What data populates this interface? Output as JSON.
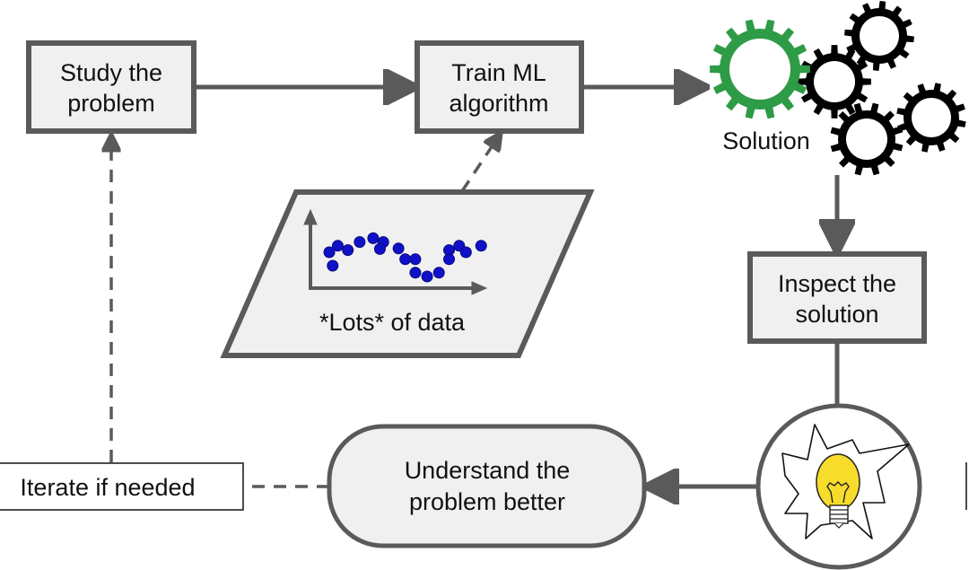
{
  "diagram": {
    "title": "Machine learning approach workflow",
    "nodes": {
      "study": {
        "line1": "Study the",
        "line2": "problem"
      },
      "train": {
        "line1": "Train ML",
        "line2": "algorithm"
      },
      "solution": {
        "label": "Solution"
      },
      "inspect": {
        "line1": "Inspect the",
        "line2": "solution"
      },
      "data": {
        "label": "*Lots* of data"
      },
      "understand": {
        "line1": "Understand the",
        "line2": "problem better"
      },
      "iterate": {
        "label": "Iterate if needed"
      }
    },
    "edges": [
      {
        "from": "study",
        "to": "train",
        "style": "solid"
      },
      {
        "from": "data",
        "to": "train",
        "style": "dashed"
      },
      {
        "from": "train",
        "to": "solution",
        "style": "solid"
      },
      {
        "from": "solution",
        "to": "inspect",
        "style": "solid"
      },
      {
        "from": "inspect",
        "to": "insight",
        "style": "solid"
      },
      {
        "from": "insight",
        "to": "understand",
        "style": "solid"
      },
      {
        "from": "understand",
        "to": "iterate",
        "style": "dashed"
      },
      {
        "from": "iterate",
        "to": "study",
        "style": "dashed"
      }
    ],
    "icons": {
      "solution": "gears-icon",
      "insight": "lightbulb-icon"
    },
    "colors": {
      "node_fill": "#f0f0f0",
      "stroke": "#5a5a5a",
      "solution_gear": "#2e9b47",
      "other_gears": "#000000",
      "data_points": "#1010c8",
      "bulb": "#f7dc2c"
    },
    "scatter_points": [
      [
        0.08,
        0.55
      ],
      [
        0.13,
        0.67
      ],
      [
        0.19,
        0.59
      ],
      [
        0.1,
        0.3
      ],
      [
        0.26,
        0.74
      ],
      [
        0.34,
        0.81
      ],
      [
        0.4,
        0.74
      ],
      [
        0.38,
        0.61
      ],
      [
        0.49,
        0.62
      ],
      [
        0.53,
        0.42
      ],
      [
        0.59,
        0.42
      ],
      [
        0.59,
        0.17
      ],
      [
        0.66,
        0.1
      ],
      [
        0.73,
        0.17
      ],
      [
        0.79,
        0.59
      ],
      [
        0.85,
        0.67
      ],
      [
        0.89,
        0.55
      ],
      [
        0.79,
        0.42
      ],
      [
        0.98,
        0.67
      ]
    ]
  }
}
